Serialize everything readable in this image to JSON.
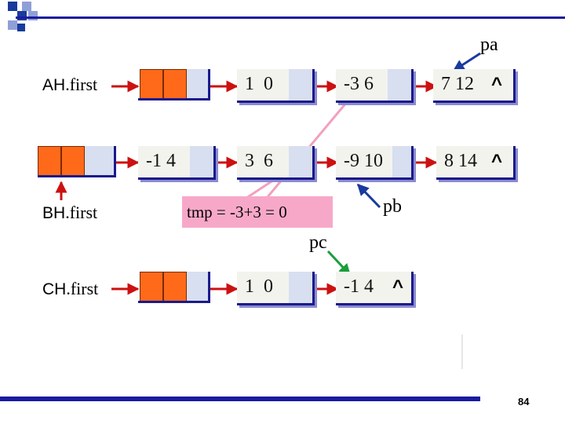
{
  "lists": {
    "ah": {
      "label_bold": "AH",
      "label_rest": ".first",
      "nodes": [
        "1  0",
        "-3 6",
        "7 12"
      ]
    },
    "bh": {
      "label_bold": "BH",
      "label_rest": ".first",
      "nodes": [
        "-1 4",
        "3  6",
        "-9 10",
        "8 14"
      ]
    },
    "ch": {
      "label_bold": "CH",
      "label_rest": ".first",
      "nodes": [
        "1  0",
        "-1 4"
      ]
    }
  },
  "nil_symbol": "^",
  "pointers": {
    "pa": "pa",
    "pb": "pb",
    "pc": "pc"
  },
  "tmp_text": "tmp = -3+3 = 0",
  "page_number": "84",
  "colors": {
    "node_border": "#1a1a8c",
    "head_cell": "#ff6a1a",
    "arrow": "#cc1111",
    "tmp_box": "#f7a8c8",
    "pc_arrow": "#1a9e3a",
    "footer_bar": "#1a1aa0"
  }
}
